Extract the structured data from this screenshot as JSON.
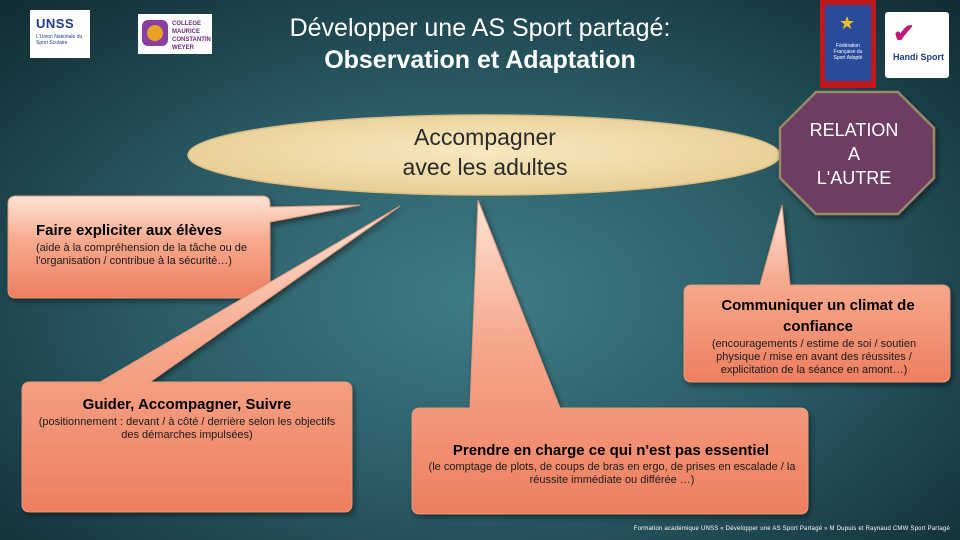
{
  "header": {
    "title_line1": "Développer une AS Sport partagé:",
    "title_line2": "Observation et Adaptation"
  },
  "logos": {
    "unss_name": "UNSS",
    "unss_tagline": "L'Union Nationale du Sport Scolaire",
    "college_name": "COLLEGE MAURICE CONSTANTIN WEYER",
    "ffsa_name": "Fédération Française du Sport Adapté",
    "handisport_name": "Handi Sport"
  },
  "center": {
    "ellipse_line1": "Accompagner",
    "ellipse_line2": "avec les adultes",
    "octagon_line1": "RELATION",
    "octagon_line2": "A",
    "octagon_line3": "L'AUTRE"
  },
  "callouts": [
    {
      "heading": "Faire expliciter aux élèves",
      "detail": "(aide à la compréhension de la tâche ou de l'organisation / contribue à la sécurité…)"
    },
    {
      "heading": "Communiquer un climat de confiance",
      "detail": "(encouragements / estime de soi / soutien physique / mise en avant des réussites / explicitation de la séance en amont…)"
    },
    {
      "heading": "Guider, Accompagner, Suivre",
      "detail": "(positionnement : devant / à côté / derrière selon les objectifs des démarches impulsées)"
    },
    {
      "heading": "Prendre en charge ce qui n'est pas essentiel",
      "detail": "(le comptage de plots, de coups de bras en ergo, de prises en escalade / la réussite immédiate ou différée …)"
    }
  ],
  "footer": {
    "text": "Formation académique UNSS « Développer une AS Sport Partagé » M Dupuis et Raynaud CMW Sport Partagé"
  },
  "colors": {
    "ellipse_fill": "#f0dcaa",
    "octagon_fill": "#6e3e62",
    "octagon_border": "#9a8868",
    "callout_fill": "#f08a6e",
    "callout_light": "#fde0d2"
  }
}
